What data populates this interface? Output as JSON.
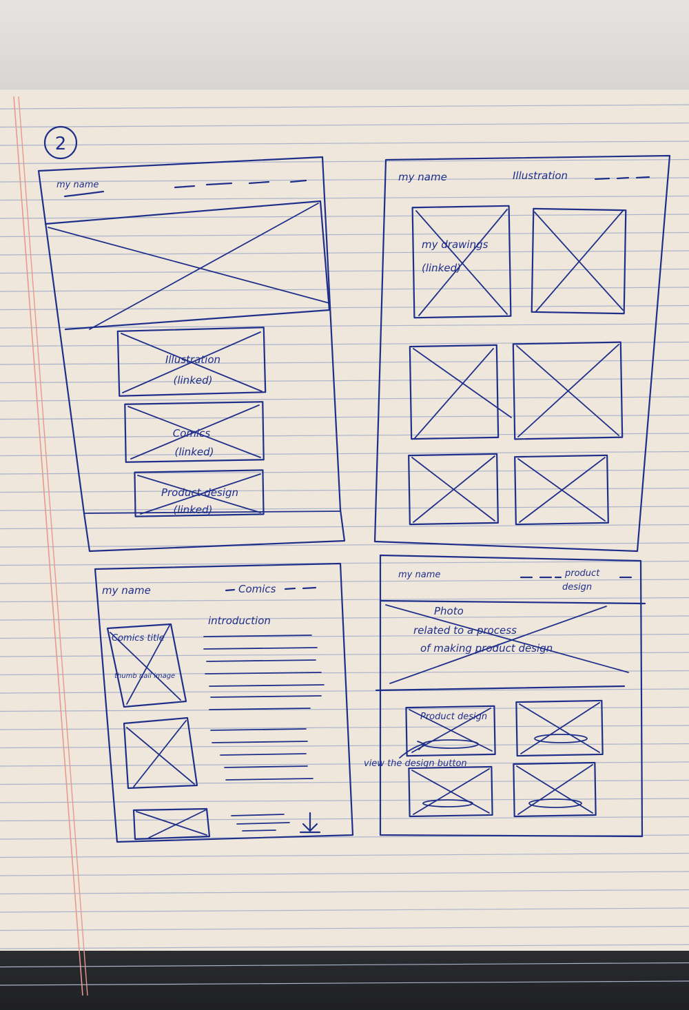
{
  "page": {
    "number": "2"
  },
  "home": {
    "name": "my name",
    "links": [
      "Illustration",
      "(linked)",
      "Comics",
      "(linked)",
      "Product design",
      "(linked)"
    ]
  },
  "illustration": {
    "name": "my name",
    "nav": "Illustration",
    "first_tile": "my drawings",
    "first_tile_note": "(linked)"
  },
  "comics": {
    "name": "my name",
    "nav": "Comics",
    "thumb_title": "Comics title",
    "thumb_caption": "thumb nail image",
    "intro": "introduction"
  },
  "product": {
    "name": "my name",
    "nav_line1": "product",
    "nav_line2": "design",
    "hero_lines": [
      "Photo",
      "related to a process",
      "of making product design"
    ],
    "card": "Product design",
    "button_note": "view the design button"
  }
}
